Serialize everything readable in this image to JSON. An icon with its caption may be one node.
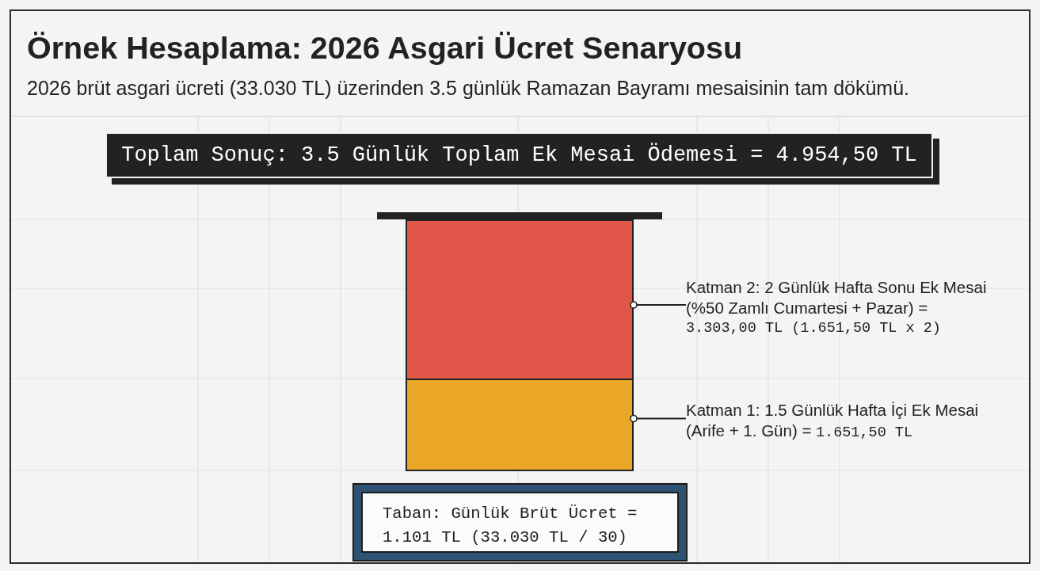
{
  "diagram": {
    "title": "Örnek Hesaplama: 2026 Asgari Ücret Senaryosu",
    "nodes": [
      {
        "text": [
          "Toplam Sonuç: 3.5 Günlük Toplam Ek Mesai Ödemesi = 4.954,50 TL"
        ]
      },
      {
        "text": [],
        "shape": "box"
      },
      {
        "text": [
          "Katman 2: 2 Günlük Hafta Sonu Ek Mesai (%50 Zamlı Cumartesi + Pazar) =",
          "3.303,00 TL (1.651,50 TL x 2)"
        ]
      },
      {
        "text": [],
        "shape": "box"
      },
      {
        "text": [
          "Katman 1: 1.5 Günlük Hafta İçi Ek Mesai (Arife + 1. Gün) =",
          "1.651,50 TL"
        ]
      },
      {
        "text": [
          "Taban: Günlük Brüt Ücret = 1.101 TL (33.030 TL / 30)"
        ]
      }
    ],
    "edges": [
      {
        "from": 2,
        "to": 1,
        "arrow": "other"
      },
      {
        "from": 4,
        "to": 3,
        "arrow": "other"
      }
    ],
    "labels": [
      "2026 brüt asgari ücreti (33.030 TL) üzerinden 3.5 günlük Ramazan Bayramı mesaisinin tam dökümü."
    ]
  }
}
